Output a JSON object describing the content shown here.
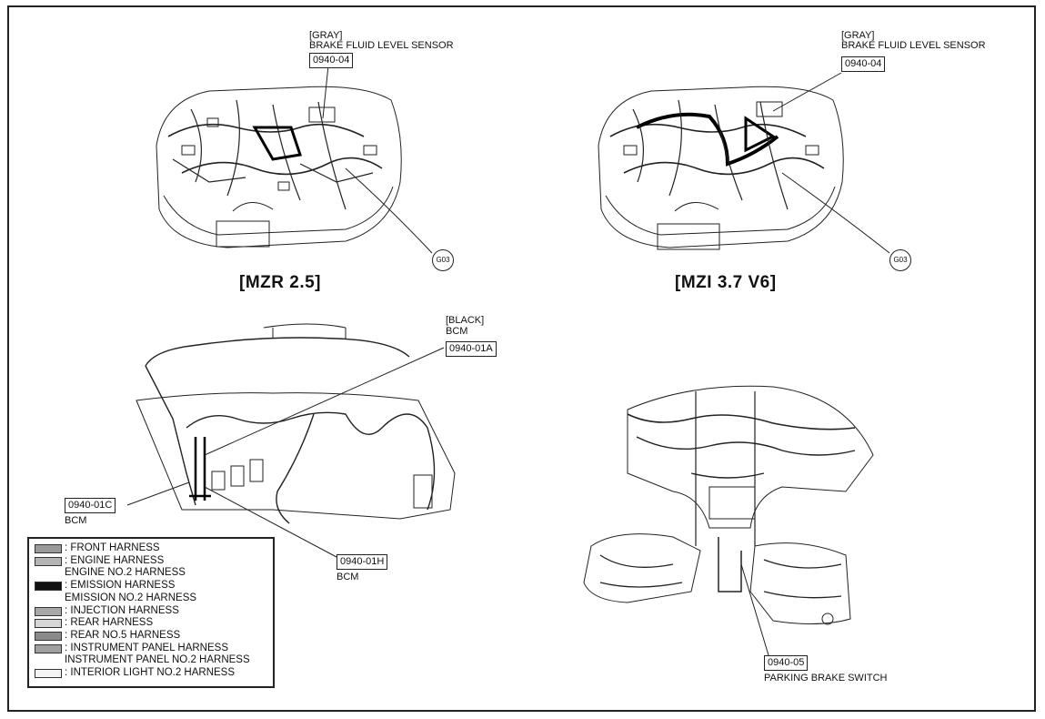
{
  "top_left": {
    "sensor_color": "[GRAY]",
    "sensor_name": "BRAKE FLUID LEVEL SENSOR",
    "sensor_code": "0940-04",
    "ground": "G03",
    "title": "[MZR 2.5]"
  },
  "top_right": {
    "sensor_color": "[GRAY]",
    "sensor_name": "BRAKE FLUID LEVEL SENSOR",
    "sensor_code": "0940-04",
    "ground": "G03",
    "title": "[MZI 3.7 V6]"
  },
  "bottom_left": {
    "bcm_a_color": "[BLACK]",
    "bcm_a_name": "BCM",
    "bcm_a_code": "0940-01A",
    "bcm_c_code": "0940-01C",
    "bcm_c_name": "BCM",
    "bcm_h_code": "0940-01H",
    "bcm_h_name": "BCM"
  },
  "bottom_right": {
    "switch_code": "0940-05",
    "switch_name": "PARKING BRAKE SWITCH"
  },
  "legend": [
    {
      "swatch": "#9a9a9a",
      "label": ": FRONT HARNESS"
    },
    {
      "swatch": "#b4b4b4",
      "label": ": ENGINE HARNESS"
    },
    {
      "swatch": "",
      "label": "ENGINE NO.2 HARNESS"
    },
    {
      "swatch": "#111111",
      "label": ": EMISSION HARNESS"
    },
    {
      "swatch": "",
      "label": "EMISSION NO.2 HARNESS"
    },
    {
      "swatch": "#a8a8a8",
      "label": ": INJECTION HARNESS"
    },
    {
      "swatch": "#d6d6d6",
      "label": ": REAR HARNESS"
    },
    {
      "swatch": "#8a8a8a",
      "label": ": REAR NO.5 HARNESS"
    },
    {
      "swatch": "#a0a0a0",
      "label": ": INSTRUMENT PANEL HARNESS"
    },
    {
      "swatch": "",
      "label": "INSTRUMENT PANEL NO.2 HARNESS"
    },
    {
      "swatch": "#f4f4f4",
      "label": ": INTERIOR LIGHT NO.2 HARNESS"
    }
  ]
}
